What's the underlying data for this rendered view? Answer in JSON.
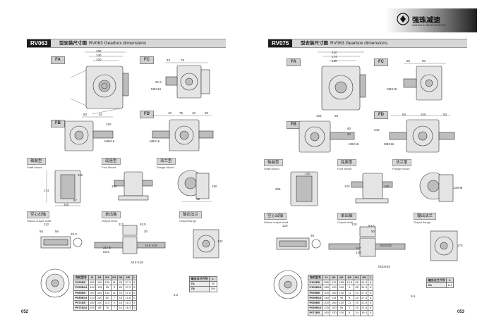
{
  "logo": {
    "name_cn": "强珠减速",
    "name_en": "QIANGZHU GEAR REDUCER"
  },
  "left": {
    "model": "RV063",
    "title_cn": "型安装尺寸图",
    "title_en": "RV063 Gearbox dimensions",
    "page_number": "052",
    "views": {
      "fa": "FA",
      "fc": "FC",
      "fb": "FB",
      "fd": "FD"
    },
    "captions": {
      "shaft_mount": {
        "cn": "轴装型",
        "en": "Shaft Mount"
      },
      "foot_mount": {
        "cn": "底座型",
        "en": "Foot Mount"
      },
      "flange_mount": {
        "cn": "法兰型",
        "en": "Flange Mount"
      },
      "hollow_shaft": {
        "cn": "空心出轴",
        "en": "Hollow output shaft"
      },
      "output_shaft": {
        "cn": "单出轴",
        "en": "Output shaft"
      },
      "output_flange": {
        "cn": "输出法兰",
        "en": "Output flange"
      }
    },
    "dims": {
      "fa_w1": "169",
      "fa_w2": "140",
      "fa_w3": "100",
      "fc_a": "40",
      "fc_b": "75",
      "fc_c": "21.5",
      "fc_m": "M8X16",
      "fb_a": "90",
      "fb_b": "40",
      "fb_c": "150",
      "fb_m": "M8X16",
      "fd_a": "40",
      "fd_b": "75",
      "fd_c": "40",
      "fd_d": "90",
      "fd_m": "M8X16",
      "sm_a": "112",
      "sm_b": "174",
      "sm_c": "150",
      "sm_d": "97",
      "fm_a": "180",
      "fl_a": "150",
      "fl_b": "15",
      "ho_a": "112",
      "ho_b": "56",
      "ho_c": "56",
      "ho_d": "33.3",
      "os_a": "112",
      "os_b": "53.5",
      "os_c": "30",
      "os_d": "217.5",
      "os_e": "53.5",
      "os_m": "M 8 X18",
      "os_m2": "M 8 X18",
      "of_a": "142"
    },
    "table": {
      "headers": [
        "电机型号",
        "N",
        "N1",
        "N2",
        "N3",
        "N4",
        "N5",
        "L"
      ],
      "rows": [
        [
          "P090B5",
          "200",
          "160",
          "130",
          "11",
          "24",
          "27.3",
          "8"
        ],
        [
          "P090B14",
          "140",
          "115",
          "95",
          "9",
          "24",
          "27.3",
          "8"
        ],
        [
          "P080B5",
          "200",
          "165",
          "130",
          "11",
          "19",
          "21.8",
          "6"
        ],
        [
          "P080B14",
          "120",
          "100",
          "80",
          "7",
          "19",
          "21.8",
          "6"
        ],
        [
          "P071B5",
          "160",
          "130",
          "110",
          "9",
          "14",
          "16.3",
          "5"
        ],
        [
          "P071B14",
          "105",
          "85",
          "70",
          "7",
          "14",
          "16.3",
          "5"
        ]
      ],
      "side": "6.2"
    },
    "side_table": {
      "header": [
        "输出法兰代号",
        "L"
      ],
      "rows": [
        [
          "ZA",
          "90"
        ],
        [
          "ZB",
          "150"
        ]
      ]
    }
  },
  "right": {
    "model": "RV075",
    "title_cn": "型安装尺寸图",
    "title_en": "RV063 Gearbox dimensions",
    "page_number": "053",
    "views": {
      "fa": "FA",
      "fc": "FC",
      "fb": "FB",
      "fd": "FD"
    },
    "captions": {
      "shaft_mount": {
        "cn": "轴装型",
        "en": "Shaft Mount"
      },
      "foot_mount": {
        "cn": "底座型",
        "en": "Foot Mount"
      },
      "flange_mount": {
        "cn": "法兰型",
        "en": "Flange Mount"
      },
      "hollow_shaft": {
        "cn": "空心出轴",
        "en": "Hollow output shaft"
      },
      "output_shaft": {
        "cn": "单出轴",
        "en": "Output shaft"
      },
      "output_flange": {
        "cn": "输出法兰",
        "en": "Output flange"
      }
    },
    "dims": {
      "fa_w1": "210",
      "fa_w2": "174",
      "fa_w3": "120",
      "fc_a": "50",
      "fc_b": "90",
      "fc_m": "M8X16",
      "fb_a": "105",
      "fb_b": "50",
      "fb_c": "80",
      "fb_d": "90",
      "fb_m": "M8X16",
      "fd_a": "50",
      "fd_b": "105",
      "fd_c": "50",
      "fd_m": "M8X16",
      "fd_h": "240",
      "sm_a": "120",
      "sm_b": "205",
      "fm_a": "120",
      "fm_b": "150",
      "fl_a": "130H8",
      "ho_a": "120",
      "ho_b": "38",
      "os_a": "120",
      "os_b": "63.5",
      "os_c": "50",
      "os_d": "247",
      "os_e": "120",
      "os_m": "M10X25",
      "os_m2": "M10X25",
      "of_a": "170"
    },
    "table": {
      "headers": [
        "电机型号",
        "N",
        "N1",
        "N2",
        "N3",
        "N4",
        "N5",
        "L"
      ],
      "rows": [
        [
          "P100B5",
          "250",
          "215",
          "180",
          "13.5",
          "28",
          "31.3",
          "8"
        ],
        [
          "P100B14",
          "160",
          "130",
          "110",
          "9",
          "28",
          "31.3",
          "8"
        ],
        [
          "P090B5",
          "200",
          "165",
          "130",
          "11",
          "24",
          "27.3",
          "8"
        ],
        [
          "P090B14",
          "140",
          "115",
          "95",
          "9",
          "24",
          "27.3",
          "8"
        ],
        [
          "P080B5",
          "200",
          "165",
          "130",
          "11",
          "19",
          "21.8",
          "6"
        ],
        [
          "P080B14",
          "120",
          "100",
          "80",
          "7",
          "19",
          "21.8",
          "6"
        ],
        [
          "P071B5",
          "160",
          "130",
          "110",
          "9",
          "14",
          "16.3",
          "5"
        ]
      ],
      "side": "6.6"
    },
    "side_table": {
      "header": [
        "输出法兰代号",
        "L"
      ],
      "rows": [
        [
          "ZA",
          "111"
        ]
      ]
    }
  }
}
